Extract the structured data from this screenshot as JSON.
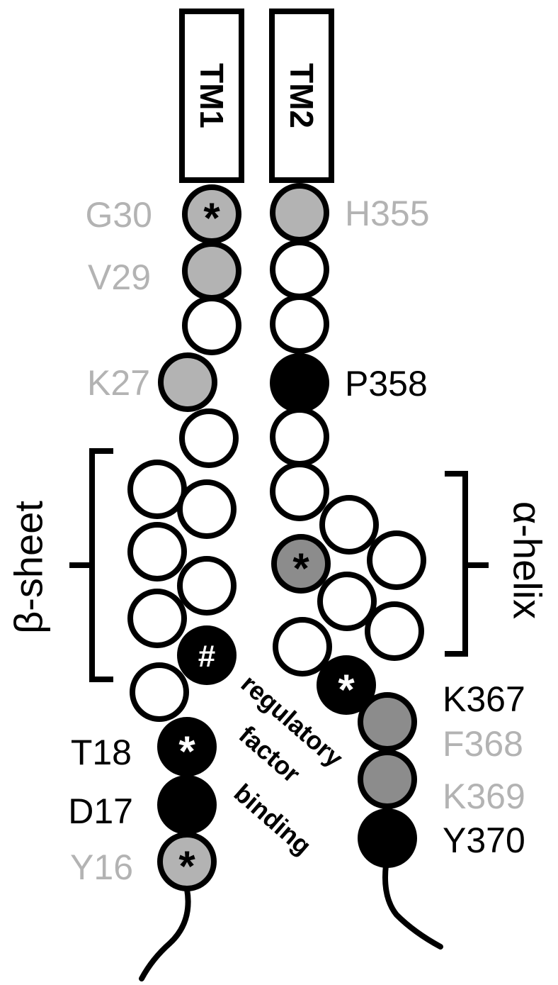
{
  "colors": {
    "black": "#000000",
    "light_gray": "#b3b3b3",
    "mid_gray": "#8c8c8c",
    "white": "#ffffff"
  },
  "tm_boxes": [
    {
      "label": "TM1"
    },
    {
      "label": "TM2"
    }
  ],
  "structure_labels": {
    "beta_sheet": "β-sheet",
    "alpha_helix": "α-helix"
  },
  "regulatory_text": [
    "regulatory",
    "factor",
    "binding"
  ],
  "markers": {
    "asterisk": "*",
    "hash": "#"
  },
  "residue_labels": [
    {
      "text": "G30",
      "color": "#b3b3b3"
    },
    {
      "text": "V29",
      "color": "#b3b3b3"
    },
    {
      "text": "K27",
      "color": "#b3b3b3"
    },
    {
      "text": "T18",
      "color": "#000000"
    },
    {
      "text": "D17",
      "color": "#000000"
    },
    {
      "text": "Y16",
      "color": "#b3b3b3"
    },
    {
      "text": "H355",
      "color": "#b3b3b3"
    },
    {
      "text": "P358",
      "color": "#000000"
    },
    {
      "text": "K367",
      "color": "#000000"
    },
    {
      "text": "F368",
      "color": "#b3b3b3"
    },
    {
      "text": "K369",
      "color": "#b3b3b3"
    },
    {
      "text": "Y370",
      "color": "#000000"
    }
  ]
}
